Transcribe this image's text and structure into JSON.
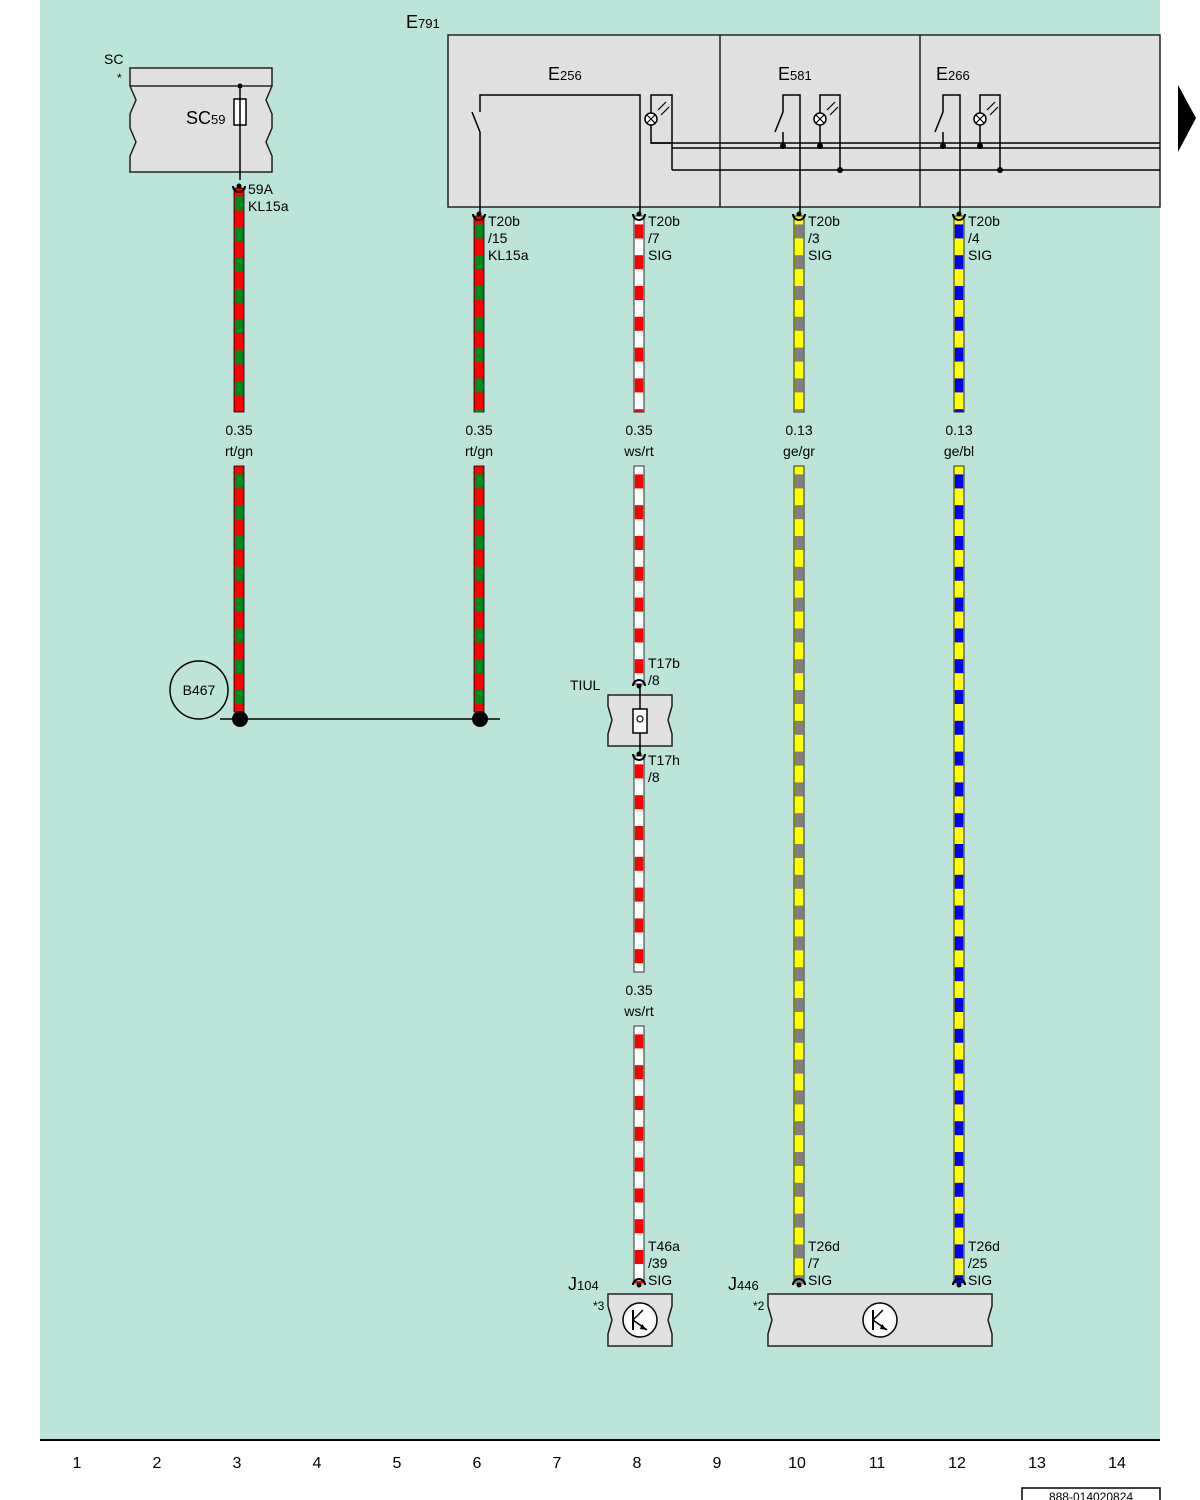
{
  "components": {
    "sc": {
      "name": "SC",
      "star": "*",
      "fuse": "SC",
      "fuse_sub": "59"
    },
    "e791": {
      "name": "E",
      "sub": "791"
    },
    "e256": {
      "name": "E",
      "sub": "256"
    },
    "e581": {
      "name": "E",
      "sub": "581"
    },
    "e266": {
      "name": "E",
      "sub": "266"
    },
    "b467": {
      "name": "B467"
    },
    "tiul": {
      "name": "TIUL"
    },
    "j104": {
      "name": "J",
      "sub": "104",
      "note": "*3"
    },
    "j446": {
      "name": "J",
      "sub": "446",
      "note": "*2"
    }
  },
  "wires": [
    {
      "id": "w3",
      "column": 3,
      "gauge": "0.35",
      "color": "rt/gn",
      "colors": [
        "#ff0000",
        "#008a1e"
      ],
      "top_pin": [
        "59A",
        "KL15a"
      ]
    },
    {
      "id": "w6",
      "column": 6,
      "gauge": "0.35",
      "color": "rt/gn",
      "colors": [
        "#ff0000",
        "#008a1e"
      ],
      "top_pin": [
        "T20b",
        "/15",
        "KL15a"
      ]
    },
    {
      "id": "w8a",
      "column": 8,
      "gauge": "0.35",
      "color": "ws/rt",
      "colors": [
        "#ffffff",
        "#ff0000"
      ],
      "top_pin": [
        "T20b",
        "/7",
        "SIG"
      ],
      "bottom_pin": [
        "T17b",
        "/8"
      ]
    },
    {
      "id": "w8b",
      "column": 8,
      "gauge": "0.35",
      "color": "ws/rt",
      "colors": [
        "#ffffff",
        "#ff0000"
      ],
      "top_pin": [
        "T17h",
        "/8"
      ],
      "bottom_pin": [
        "T46a",
        "/39",
        "SIG"
      ]
    },
    {
      "id": "w10",
      "column": 10,
      "gauge": "0.13",
      "color": "ge/gr",
      "colors": [
        "#ffff00",
        "#808080"
      ],
      "top_pin": [
        "T20b",
        "/3",
        "SIG"
      ],
      "bottom_pin": [
        "T26d",
        "/7",
        "SIG"
      ]
    },
    {
      "id": "w12",
      "column": 12,
      "gauge": "0.13",
      "color": "ge/bl",
      "colors": [
        "#ffff00",
        "#0000ff"
      ],
      "top_pin": [
        "T20b",
        "/4",
        "SIG"
      ],
      "bottom_pin": [
        "T26d",
        "/25",
        "SIG"
      ]
    }
  ],
  "columns": [
    "1",
    "2",
    "3",
    "4",
    "5",
    "6",
    "7",
    "8",
    "9",
    "10",
    "11",
    "12",
    "13",
    "14"
  ],
  "doc_number": "888-014020824",
  "colors": {
    "background": "#bde4d8",
    "component_fill": "#e0e0e0"
  }
}
